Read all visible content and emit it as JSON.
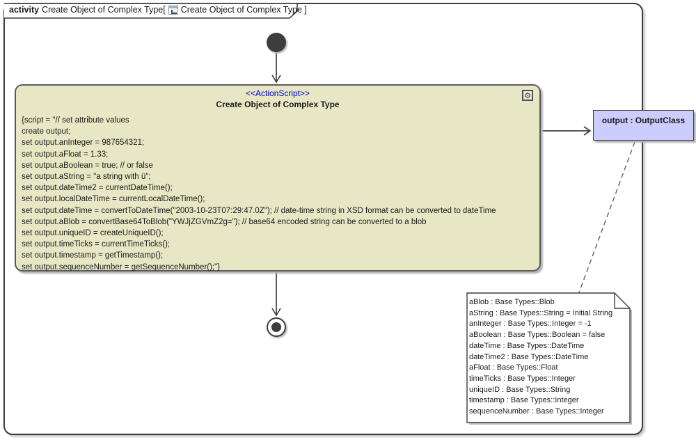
{
  "frame_label": {
    "keyword": "activity",
    "name_part": "Create Object of Complex Type[",
    "ref_part": "Create Object of Complex Type ]"
  },
  "action": {
    "stereotype": "<<ActionScript>>",
    "name": "Create Object of Complex Type",
    "script_lines": [
      "{script = \"// set attribute values",
      "create output;",
      "set output.anInteger = 987654321;",
      "set output.aFloat = 1.33;",
      "set output.aBoolean = true; // or false",
      "set output.aString = \"a string with ü\";",
      "set output.dateTime2 = currentDateTime();",
      "set output.localDateTime = currentLocalDateTime();",
      "set output.dateTime = convertToDateTime(\"2003-10-23T07:29:47.0Z\"); // date-time string in XSD format can be converted to dateTime",
      "set output.aBlob = convertBase64ToBlob(\"YWJjZGVmZ2g=\"); // base64 encoded string can be converted to a blob",
      "set output.uniqueID = createUniqueID();",
      "set output.timeTicks = currentTimeTicks();",
      "set output.timestamp = getTimestamp();",
      "set output.sequenceNumber = getSequenceNumber();\"}"
    ]
  },
  "output_pin": {
    "label": "output : OutputClass"
  },
  "note": {
    "lines": [
      "aBlob : Base Types::Blob",
      "aString : Base Types::String = Initial String",
      "anInteger : Base Types::Integer = -1",
      "aBoolean : Base Types::Boolean = false",
      "dateTime : Base Types::DateTime",
      "dateTime2 : Base Types::DateTime",
      "aFloat : Base Types::Float",
      "timeTicks : Base Types::Integer",
      "uniqueID : Base Types::String",
      "timestamp : Base Types::Integer",
      "sequenceNumber : Base Types::Integer"
    ]
  },
  "icons": {
    "gear": "⚙"
  },
  "colors": {
    "action_fill": "#e7e7c5",
    "action_border": "#5a5a5a",
    "pin_fill": "#ccccff",
    "stereotype_text": "#0000cd",
    "edge": "#3f3f3f",
    "node_fill": "#3d3d3d",
    "note_fill": "#ffffff"
  }
}
